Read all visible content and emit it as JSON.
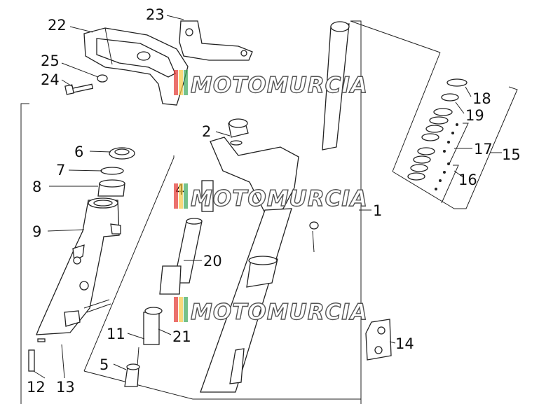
{
  "watermark": {
    "text": "MOTOMURCIA",
    "stripe_colors": [
      "#e3342f",
      "#f6c744",
      "#3aa757"
    ]
  },
  "callouts": {
    "n1": "1",
    "n2": "2",
    "n4": "4",
    "n5": "5",
    "n6": "6",
    "n7": "7",
    "n8": "8",
    "n9": "9",
    "n11": "11",
    "n12": "12",
    "n13": "13",
    "n14": "14",
    "n15": "15",
    "n16": "16",
    "n17": "17",
    "n18": "18",
    "n19": "19",
    "n20": "20",
    "n21": "21",
    "n22": "22",
    "n23": "23",
    "n24": "24",
    "n25": "25"
  }
}
